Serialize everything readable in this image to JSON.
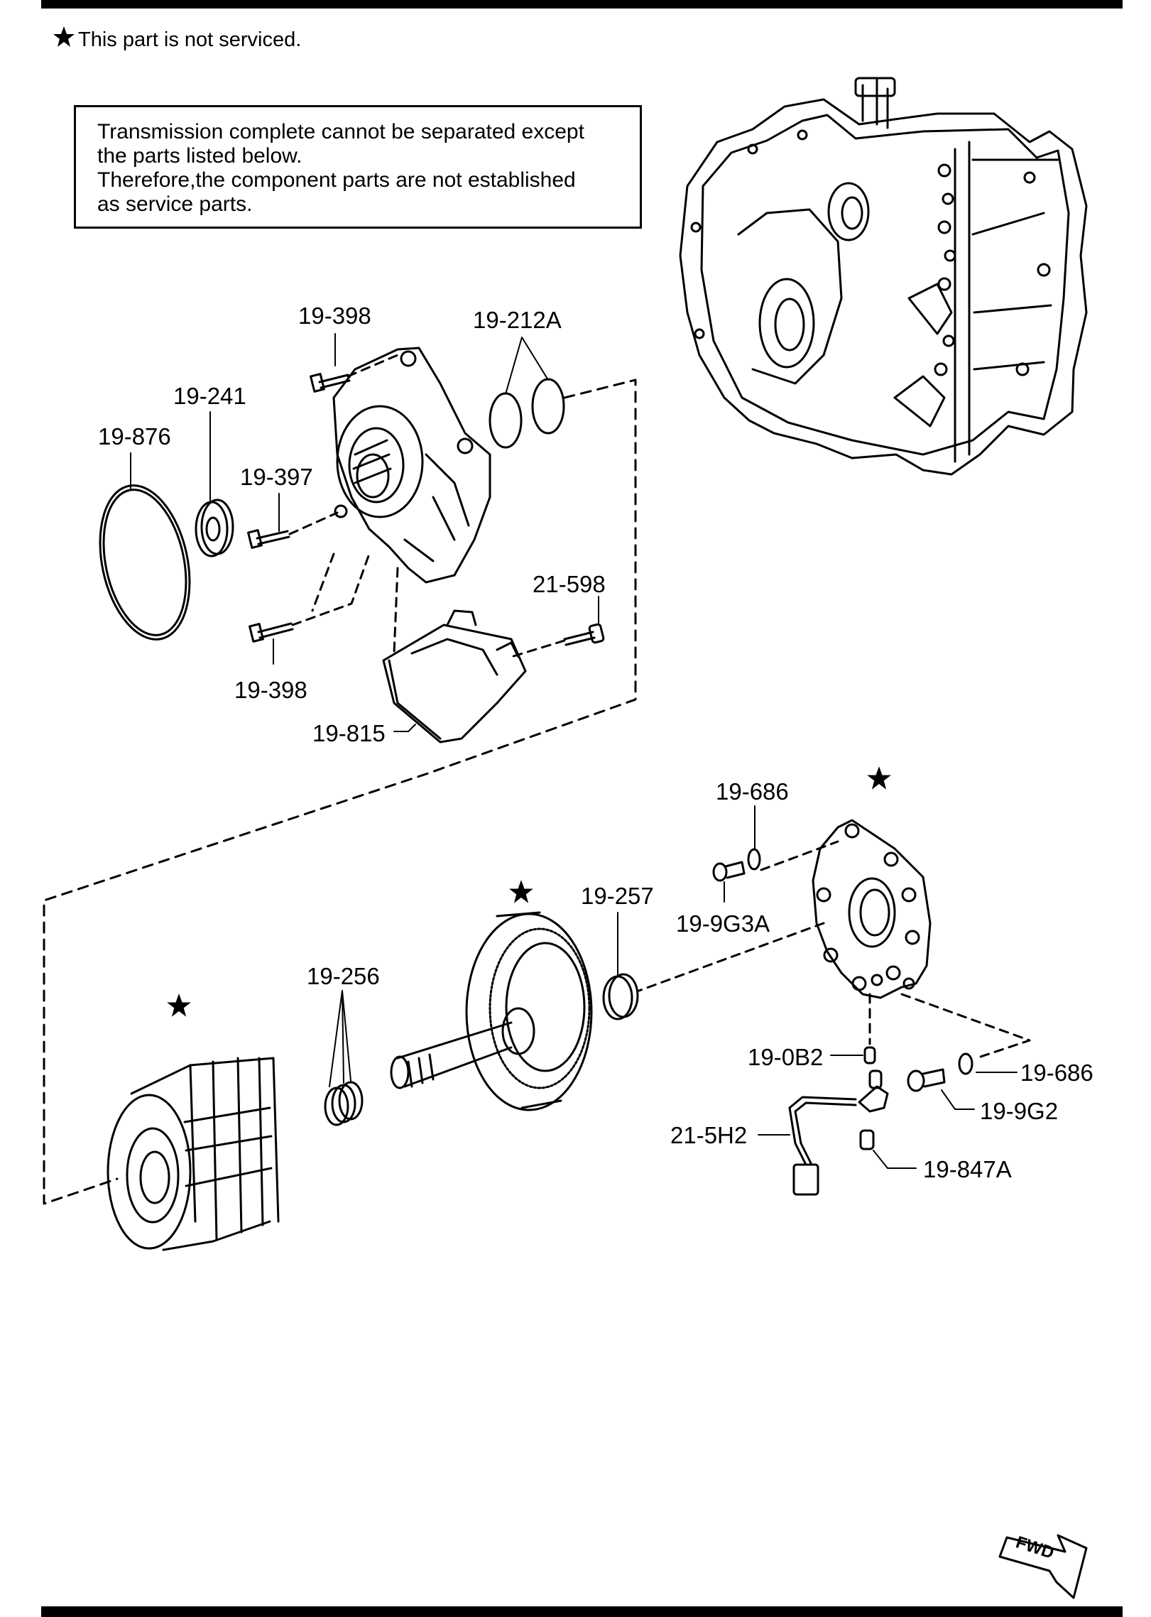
{
  "legend": {
    "symbol": "star-icon",
    "text": "This part is not serviced."
  },
  "notice": {
    "lines": [
      "Transmission complete cannot be separated except",
      "the parts listed below.",
      "Therefore,the component parts are not established",
      "as service parts."
    ]
  },
  "callouts": {
    "c_19_398_top": "19-398",
    "c_19_212A": "19-212A",
    "c_19_241": "19-241",
    "c_19_876": "19-876",
    "c_19_397": "19-397",
    "c_21_598": "21-598",
    "c_19_398_bottom": "19-398",
    "c_19_815": "19-815",
    "c_19_686_top": "19-686",
    "c_19_9G3A": "19-9G3A",
    "c_19_257": "19-257",
    "c_19_256": "19-256",
    "c_19_0B2": "19-0B2",
    "c_19_686_bottom": "19-686",
    "c_19_9G2": "19-9G2",
    "c_21_5H2": "21-5H2",
    "c_19_847A": "19-847A"
  },
  "fwd_arrow": {
    "text": "FWD"
  },
  "colors": {
    "line": "#000000",
    "background": "#ffffff"
  }
}
